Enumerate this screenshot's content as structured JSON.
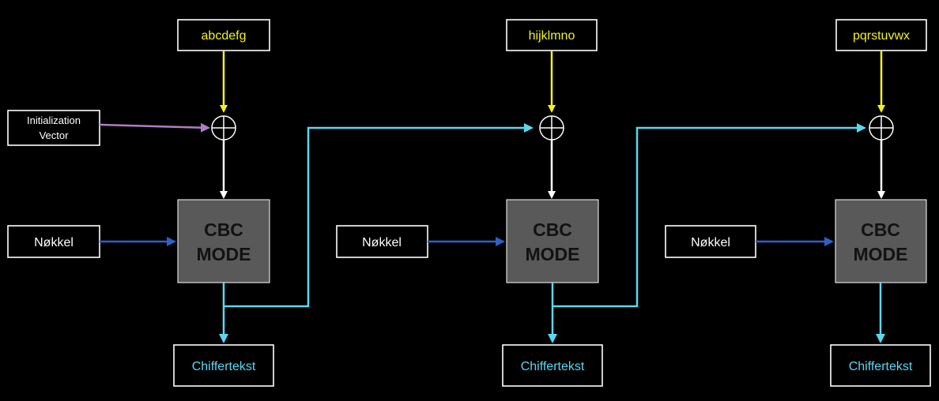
{
  "colors": {
    "background": "#000000",
    "plaintext": "#f2f21a",
    "iv": "#b07cc8",
    "key": "#2f5fc6",
    "chain": "#5ad7f0",
    "block_fill": "#595959",
    "block_text": "#121212",
    "white": "#ffffff"
  },
  "iv": {
    "line1": "Initialization",
    "line2": "Vector"
  },
  "blocks": [
    {
      "plaintext": "abcdefg",
      "key_label": "Nøkkel",
      "mode_line1": "CBC",
      "mode_line2": "MODE",
      "ciphertext": "Chiffertekst"
    },
    {
      "plaintext": "hijklmno",
      "key_label": "Nøkkel",
      "mode_line1": "CBC",
      "mode_line2": "MODE",
      "ciphertext": "Chiffertekst"
    },
    {
      "plaintext": "pqrstuvwx",
      "key_label": "Nøkkel",
      "mode_line1": "CBC",
      "mode_line2": "MODE",
      "ciphertext": "Chiffertekst"
    }
  ]
}
